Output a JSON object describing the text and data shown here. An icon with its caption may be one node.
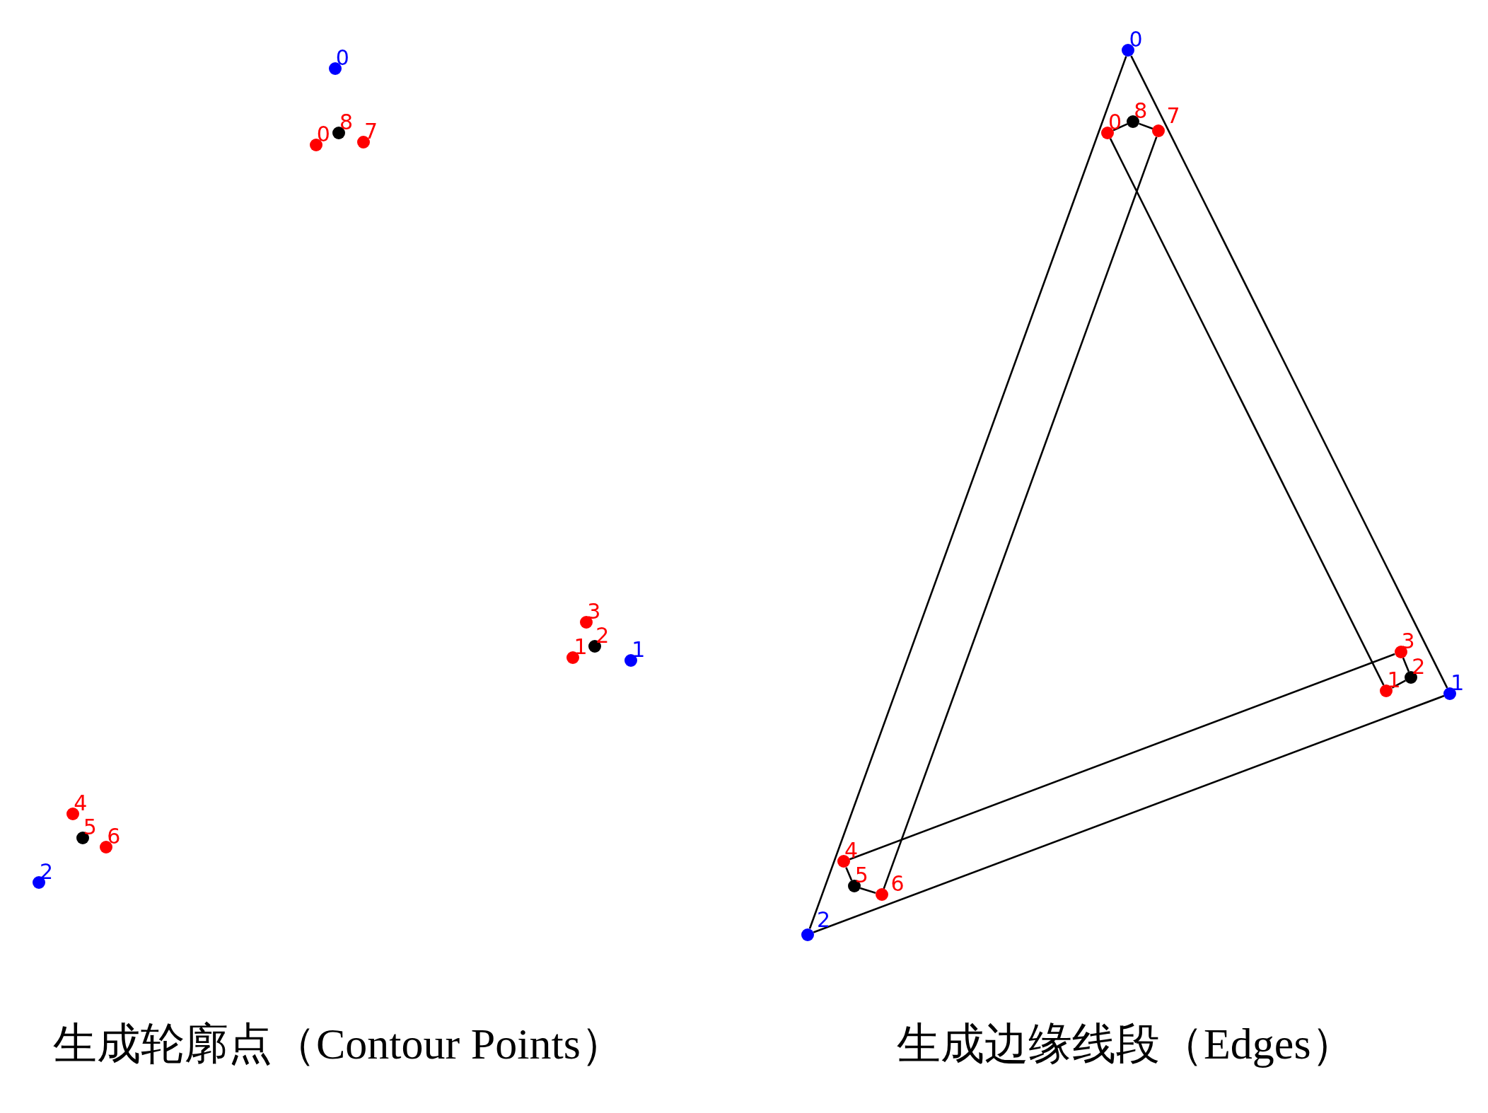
{
  "diagram": {
    "nodes": [
      {
        "text": [],
        "shape": "circle",
        "beside": [
          "0"
        ]
      },
      {
        "text": [],
        "shape": "circle",
        "beside": [
          "0"
        ]
      },
      {
        "text": [],
        "shape": "circle",
        "beside": [
          "8"
        ]
      },
      {
        "text": [],
        "shape": "circle",
        "beside": [
          "7"
        ]
      },
      {
        "text": [],
        "shape": "circle",
        "beside": [
          "3"
        ]
      },
      {
        "text": [],
        "shape": "circle",
        "beside": [
          "1"
        ]
      },
      {
        "text": [],
        "shape": "circle",
        "beside": [
          "2"
        ]
      },
      {
        "text": [],
        "shape": "circle",
        "beside": [
          "1"
        ]
      },
      {
        "text": [],
        "shape": "circle",
        "beside": [
          "4"
        ]
      },
      {
        "text": [],
        "shape": "circle",
        "beside": [
          "5"
        ]
      },
      {
        "text": [],
        "shape": "circle",
        "beside": [
          "6"
        ]
      },
      {
        "text": [],
        "shape": "circle",
        "beside": [
          "2"
        ]
      },
      {
        "text": [],
        "shape": "circle",
        "beside": [
          "0"
        ]
      },
      {
        "text": [],
        "shape": "circle",
        "beside": [
          "0"
        ]
      },
      {
        "text": [],
        "shape": "circle",
        "beside": [
          "8"
        ]
      },
      {
        "text": [],
        "shape": "circle",
        "beside": [
          "7"
        ]
      },
      {
        "text": [],
        "shape": "circle",
        "beside": [
          "3"
        ]
      },
      {
        "text": [],
        "shape": "circle",
        "beside": [
          "1"
        ]
      },
      {
        "text": [],
        "shape": "circle",
        "beside": [
          "2"
        ]
      },
      {
        "text": [],
        "shape": "circle",
        "beside": [
          "1"
        ]
      },
      {
        "text": [],
        "shape": "circle",
        "beside": [
          "4"
        ]
      },
      {
        "text": [],
        "shape": "circle",
        "beside": [
          "5"
        ]
      },
      {
        "text": [],
        "shape": "circle",
        "beside": [
          "6"
        ]
      },
      {
        "text": [],
        "shape": "circle",
        "beside": [
          "2"
        ]
      }
    ],
    "edges": [
      {
        "from": 12,
        "to": 19,
        "arrow": "none"
      },
      {
        "from": 19,
        "to": 23,
        "arrow": "none"
      },
      {
        "from": 23,
        "to": 12,
        "arrow": "none"
      },
      {
        "from": 13,
        "to": 14,
        "arrow": "none"
      },
      {
        "from": 14,
        "to": 15,
        "arrow": "none"
      },
      {
        "from": 13,
        "to": 17,
        "arrow": "none"
      },
      {
        "from": 15,
        "to": 22,
        "arrow": "none"
      },
      {
        "from": 16,
        "to": 20,
        "arrow": "none"
      },
      {
        "from": 16,
        "to": 18,
        "arrow": "none"
      },
      {
        "from": 18,
        "to": 17,
        "arrow": "none"
      },
      {
        "from": 20,
        "to": 21,
        "arrow": "none"
      },
      {
        "from": 21,
        "to": 22,
        "arrow": "none"
      }
    ],
    "labels": [
      "生成轮廓点（Contour Points）",
      "生成边缘线段（Edges）"
    ]
  }
}
